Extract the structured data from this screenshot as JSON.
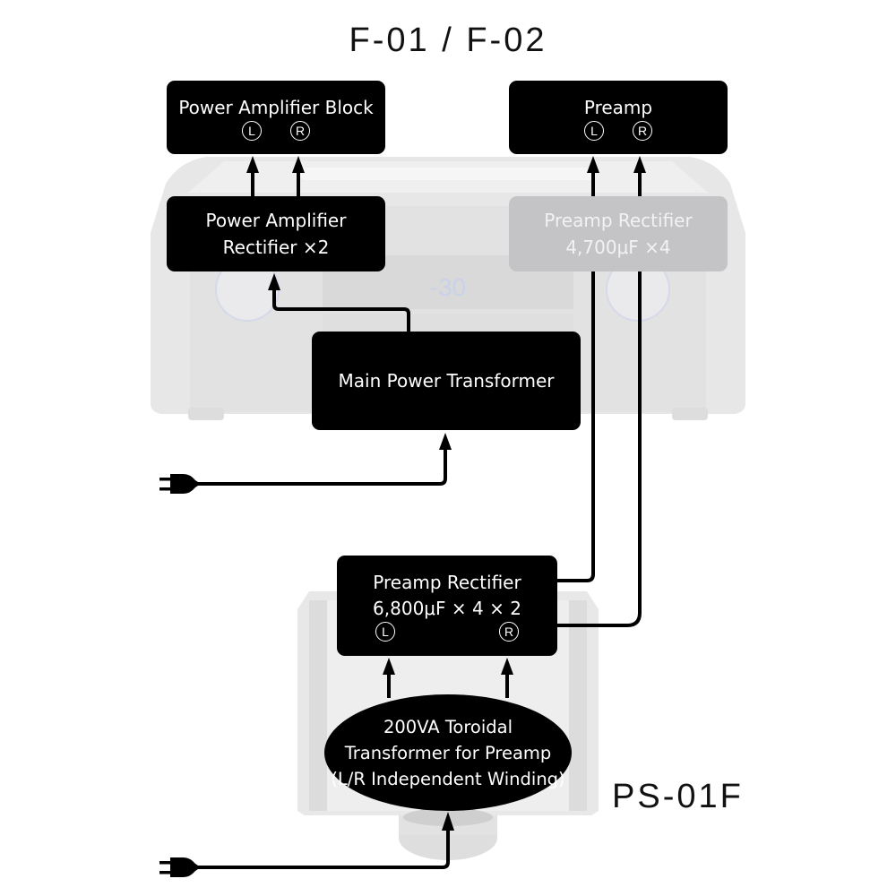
{
  "diagram": {
    "title_top": "F-01 / F-02",
    "title_bottom": "PS-01F",
    "display_readout": "-30",
    "colors": {
      "box": "#000000",
      "box_text": "#ffffff",
      "faded_box": "#c4c4c6",
      "wire": "#000000",
      "chassis": "#e4e4e4"
    },
    "channel_left": "L",
    "channel_right": "R",
    "boxes": {
      "power_amp_block": {
        "line1": "Power Amplifier Block"
      },
      "preamp": {
        "line1": "Preamp"
      },
      "power_amp_rectifier": {
        "line1": "Power Amplifier",
        "line2": "Rectifier ×2"
      },
      "preamp_rectifier_internal": {
        "line1": "Preamp Rectifier",
        "line2": "4,700μF ×4"
      },
      "main_power_transformer": {
        "line1": "Main Power Transformer"
      },
      "preamp_rectifier_external": {
        "line1": "Preamp Rectifier",
        "line2": "6,800μF × 4 × 2"
      },
      "toroidal_transformer": {
        "line1": "200VA Toroidal",
        "line2": "Transformer for Preamp",
        "line3": "(L/R Independent Winding)"
      }
    },
    "icons": [
      "power-plug-icon",
      "arrow-up-icon"
    ]
  }
}
